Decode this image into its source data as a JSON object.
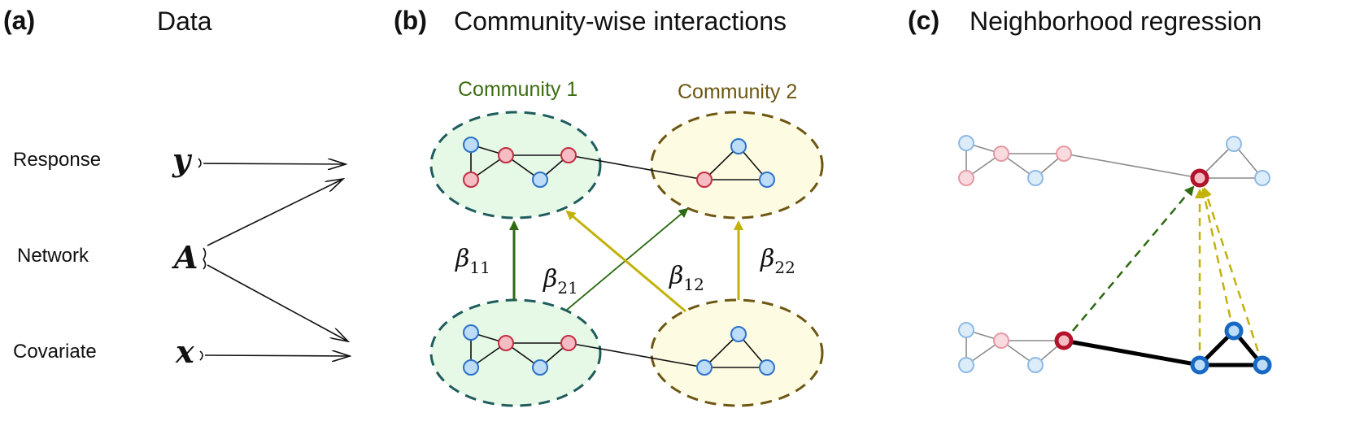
{
  "panels": {
    "a": {
      "tag": "(a)",
      "title": "Data"
    },
    "b": {
      "tag": "(b)",
      "title": "Community-wise interactions"
    },
    "c": {
      "tag": "(c)",
      "title": "Neighborhood regression"
    }
  },
  "data_rows": [
    {
      "label": "Response",
      "symbol": "y"
    },
    {
      "label": "Network",
      "symbol": "A"
    },
    {
      "label": "Covariate",
      "symbol": "x"
    }
  ],
  "communities": [
    {
      "label": "Community 1",
      "fill": "#e6f8e6",
      "stroke": "#1f5c5c",
      "label_color": "#3b6e12"
    },
    {
      "label": "Community 2",
      "fill": "#fdfbe2",
      "stroke": "#6e5713",
      "label_color": "#6e5713"
    }
  ],
  "interactions": [
    {
      "base": "β",
      "sub": "11",
      "color": "#2d6a12"
    },
    {
      "base": "β",
      "sub": "21",
      "color": "#2d6a12"
    },
    {
      "base": "β",
      "sub": "12",
      "color": "#c2b20a"
    },
    {
      "base": "β",
      "sub": "22",
      "color": "#c2b20a"
    }
  ],
  "colors": {
    "node_blue_fill": "#bcdcf7",
    "node_blue_stroke": "#2d72c9",
    "node_red_fill": "#f6bcc4",
    "node_red_stroke": "#c12f41",
    "focal_red": "#b3122b",
    "focal_blue": "#1769c4",
    "green_arrow": "#2d6a12",
    "yellow_arrow": "#c2b20a"
  }
}
